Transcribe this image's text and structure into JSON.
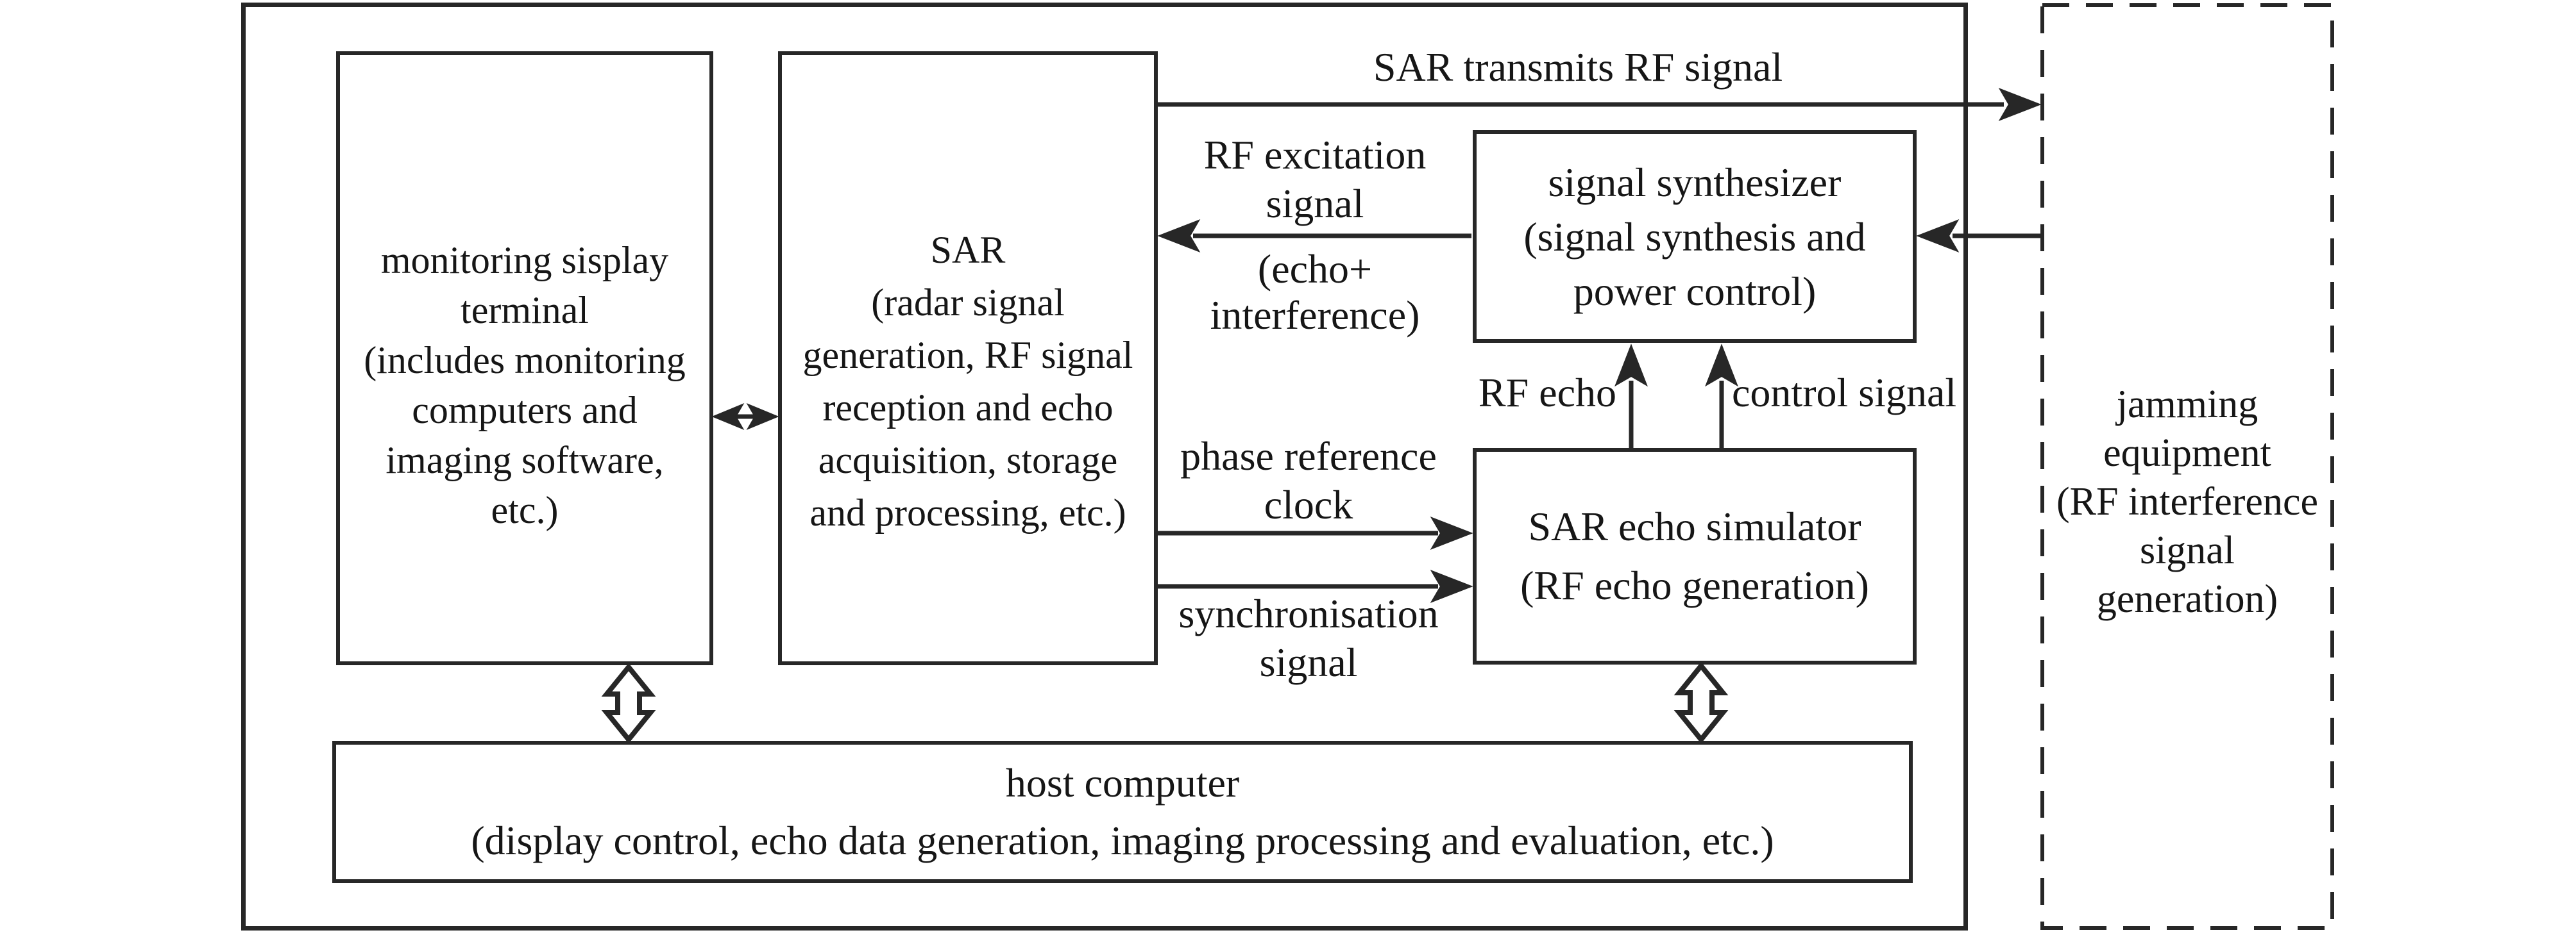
{
  "figure": {
    "background_color": "#ffffff",
    "line_color": "#272727",
    "text_color": "#161616",
    "type": "block-diagram"
  },
  "boxes": {
    "monitoring_display_terminal": {
      "lines": [
        "monitoring sisplay",
        "terminal",
        "(includes monitoring",
        "computers and",
        "imaging software,",
        "etc.)"
      ]
    },
    "sar": {
      "lines": [
        "SAR",
        "(radar signal",
        "generation, RF signal",
        "reception and echo",
        "acquisition, storage",
        "and processing, etc.)"
      ]
    },
    "signal_synthesizer": {
      "lines": [
        "signal synthesizer",
        "(signal synthesis and",
        "power control)"
      ]
    },
    "sar_echo_simulator": {
      "lines": [
        "SAR echo simulator",
        "(RF echo generation)"
      ]
    },
    "host_computer": {
      "lines": [
        "host computer",
        "(display control, echo data generation, imaging processing and evaluation, etc.)"
      ]
    },
    "jamming_equipment": {
      "lines": [
        "jamming",
        "equipment",
        "(RF interference",
        "signal",
        "generation)"
      ]
    }
  },
  "arrow_labels": {
    "sar_transmits": "SAR transmits RF signal",
    "rf_excitation": [
      "RF excitation",
      "signal"
    ],
    "echo_interference": [
      "(echo+",
      "interference)"
    ],
    "phase_reference": [
      "phase reference",
      "clock"
    ],
    "synchronisation": [
      "synchronisation",
      "signal"
    ],
    "rf_echo": "RF echo",
    "control_signal": "control signal"
  }
}
